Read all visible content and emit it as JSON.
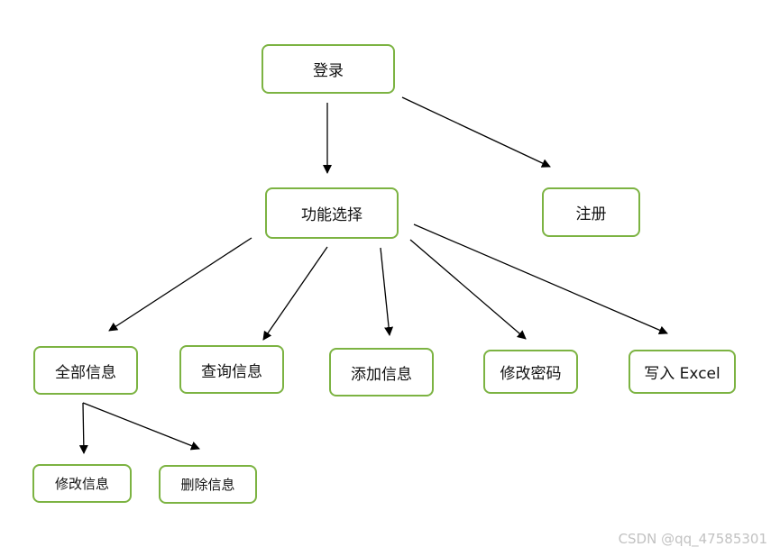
{
  "colors": {
    "node_border": "#7cb342",
    "arrow": "#000000",
    "watermark": "#c2c2c2"
  },
  "nodes": {
    "login": "登录",
    "register": "注册",
    "function_select": "功能选择",
    "all_info": "全部信息",
    "query_info": "查询信息",
    "add_info": "添加信息",
    "change_password": "修改密码",
    "write_excel": "写入 Excel",
    "modify_info": "修改信息",
    "delete_info": "删除信息"
  },
  "edges": [
    {
      "from": "login",
      "to": "function_select"
    },
    {
      "from": "login",
      "to": "register"
    },
    {
      "from": "function_select",
      "to": "all_info"
    },
    {
      "from": "function_select",
      "to": "query_info"
    },
    {
      "from": "function_select",
      "to": "add_info"
    },
    {
      "from": "function_select",
      "to": "change_password"
    },
    {
      "from": "function_select",
      "to": "write_excel"
    },
    {
      "from": "all_info",
      "to": "modify_info"
    },
    {
      "from": "all_info",
      "to": "delete_info"
    }
  ],
  "watermark": "CSDN @qq_47585301"
}
